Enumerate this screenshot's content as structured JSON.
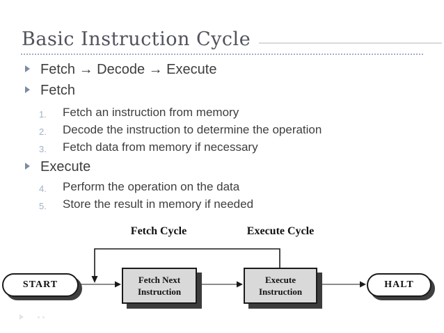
{
  "slide": {
    "title": "Basic Instruction Cycle",
    "bullets": [
      {
        "level": 1,
        "text": "Fetch → Decode → Execute"
      },
      {
        "level": 1,
        "text": "Fetch"
      },
      {
        "level": 2,
        "num": "1.",
        "text": "Fetch an instruction from memory"
      },
      {
        "level": 2,
        "num": "2.",
        "text": "Decode the instruction to determine the operation"
      },
      {
        "level": 2,
        "num": "3.",
        "text": "Fetch data from memory if necessary"
      },
      {
        "level": 1,
        "text": "Execute"
      },
      {
        "level": 2,
        "num": "4.",
        "text": "Perform the operation on the data"
      },
      {
        "level": 2,
        "num": "5.",
        "text": "Store the result in memory if needed"
      }
    ]
  },
  "diagram": {
    "fetch_cycle_label": "Fetch Cycle",
    "execute_cycle_label": "Execute Cycle",
    "start_label": "START",
    "halt_label": "HALT",
    "fetch_box": {
      "line1": "Fetch Next",
      "line2": "Instruction"
    },
    "execute_box": {
      "line1": "Execute",
      "line2": "Instruction"
    }
  },
  "colors": {
    "title_text": "#50535c",
    "body_text": "#3e3e3e",
    "bullet_marker": "#7d8aa3",
    "list_number": "#a2b1c6",
    "dotted_divider": "#9fafc4",
    "box_fill": "#d9d9d9",
    "box_border": "#1a1a1a",
    "box_shadow": "#3c3c3c",
    "flow_line": "#666666"
  }
}
